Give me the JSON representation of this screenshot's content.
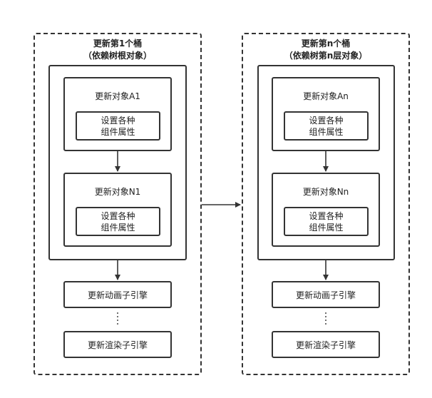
{
  "bucket1": {
    "title": "更新第1个桶",
    "subtitle": "（依赖树根对象）",
    "objects": [
      {
        "title": "更新对象A1",
        "prop_line1": "设置各种",
        "prop_line2": "组件属性"
      },
      {
        "title": "更新对象N1",
        "prop_line1": "设置各种",
        "prop_line2": "组件属性"
      }
    ],
    "engines": [
      "更新动画子引擎",
      "更新渲染子引擎"
    ]
  },
  "bucket2": {
    "title": "更新第n个桶",
    "subtitle": "（依赖树第n层对象）",
    "objects": [
      {
        "title": "更新对象An",
        "prop_line1": "设置各种",
        "prop_line2": "组件属性"
      },
      {
        "title": "更新对象Nn",
        "prop_line1": "设置各种",
        "prop_line2": "组件属性"
      }
    ],
    "engines": [
      "更新动画子引擎",
      "更新渲染子引擎"
    ]
  }
}
